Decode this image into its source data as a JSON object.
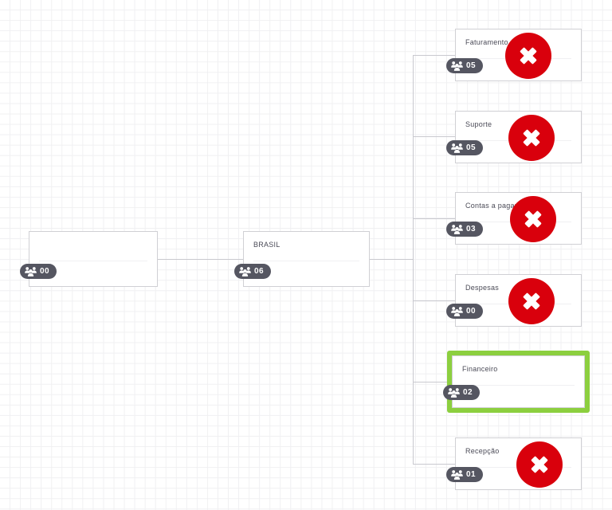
{
  "chart": {
    "type": "org-chart",
    "title": "",
    "background": "grid",
    "colors": {
      "connector": "#c9c9cf",
      "node_border": "#d0d0d4",
      "badge_bg": "#555661",
      "selected_outline": "#8ccf3f",
      "disabled_mark": "#d9000c",
      "title_text": "#4b4b57"
    },
    "icons": {
      "people": "people-group-icon",
      "disabled": "red-circle-x-icon"
    }
  },
  "nodes": [
    {
      "id": "root",
      "title": "",
      "count": "00",
      "selected": false,
      "disabled": false,
      "level": 0
    },
    {
      "id": "brasil",
      "title": "BRASIL",
      "count": "06",
      "selected": false,
      "disabled": false,
      "level": 1
    },
    {
      "id": "faturamento",
      "title": "Faturamento",
      "count": "05",
      "selected": false,
      "disabled": true,
      "level": 2
    },
    {
      "id": "suporte",
      "title": "Suporte",
      "count": "05",
      "selected": false,
      "disabled": true,
      "level": 2
    },
    {
      "id": "contas-a-pagar",
      "title": "Contas a pagar",
      "count": "03",
      "selected": false,
      "disabled": true,
      "level": 2
    },
    {
      "id": "despesas",
      "title": "Despesas",
      "count": "00",
      "selected": false,
      "disabled": true,
      "level": 2
    },
    {
      "id": "financeiro",
      "title": "Financeiro",
      "count": "02",
      "selected": true,
      "disabled": false,
      "level": 2
    },
    {
      "id": "recepcao",
      "title": "Recepção",
      "count": "01",
      "selected": false,
      "disabled": true,
      "level": 2
    }
  ]
}
